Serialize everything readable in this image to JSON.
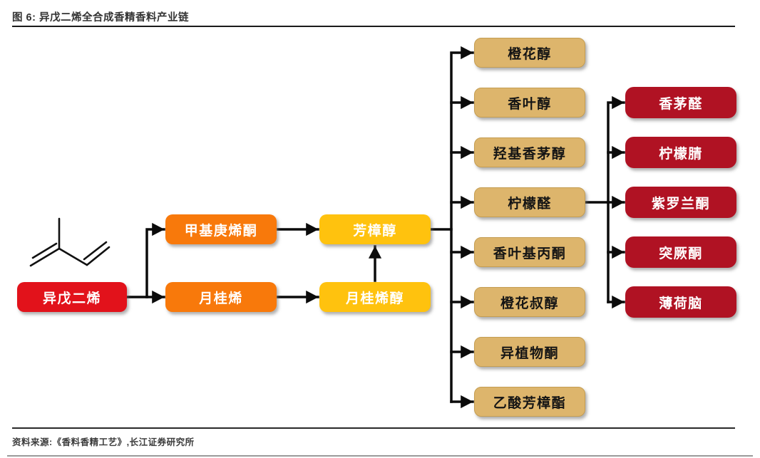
{
  "figure": {
    "title": "图 6: 异戊二烯全合成香精香料产业链",
    "source": "资料来源:《香料香精工艺》,长江证券研究所"
  },
  "diagram": {
    "type": "flowchart",
    "root_label": "异戊二烯",
    "stage2": [
      "甲基庚烯酮",
      "月桂烯"
    ],
    "stage3": [
      "芳樟醇",
      "月桂烯醇"
    ],
    "linalool_products": [
      "橙花醇",
      "香叶醇",
      "羟基香茅醇",
      "柠檬醛",
      "香叶基丙酮",
      "橙花叔醇",
      "异植物酮",
      "乙酸芳樟酯"
    ],
    "citral_products": [
      "香茅醛",
      "柠檬腈",
      "紫罗兰酮",
      "突厥酮",
      "薄荷脑"
    ],
    "edges": [
      {
        "from": "异戊二烯",
        "to": "甲基庚烯酮"
      },
      {
        "from": "异戊二烯",
        "to": "月桂烯"
      },
      {
        "from": "甲基庚烯酮",
        "to": "芳樟醇"
      },
      {
        "from": "月桂烯",
        "to": "月桂烯醇"
      },
      {
        "from": "月桂烯醇",
        "to": "芳樟醇"
      },
      {
        "from": "芳樟醇",
        "to": "橙花醇"
      },
      {
        "from": "芳樟醇",
        "to": "香叶醇"
      },
      {
        "from": "芳樟醇",
        "to": "羟基香茅醇"
      },
      {
        "from": "芳樟醇",
        "to": "柠檬醛"
      },
      {
        "from": "芳樟醇",
        "to": "香叶基丙酮"
      },
      {
        "from": "芳樟醇",
        "to": "橙花叔醇"
      },
      {
        "from": "芳樟醇",
        "to": "异植物酮"
      },
      {
        "from": "芳樟醇",
        "to": "乙酸芳樟酯"
      },
      {
        "from": "柠檬醛",
        "to": "香茅醛"
      },
      {
        "from": "柠檬醛",
        "to": "柠檬腈"
      },
      {
        "from": "柠檬醛",
        "to": "紫罗兰酮"
      },
      {
        "from": "柠檬醛",
        "to": "突厥酮"
      },
      {
        "from": "柠檬醛",
        "to": "薄荷脑"
      }
    ],
    "icons": {
      "molecule": "isoprene-structure-icon"
    }
  },
  "colors": {
    "root": "#E2121B",
    "stage2_orange": "#F8790B",
    "stage3_yellow": "#FFC20E",
    "products_tan": "#DDB56C",
    "products_border": "#C49D52",
    "derivatives_dark_red": "#B01223",
    "arrow": "#0B0B0B",
    "title_text": "#333333",
    "source_text": "#3C3C3C"
  }
}
